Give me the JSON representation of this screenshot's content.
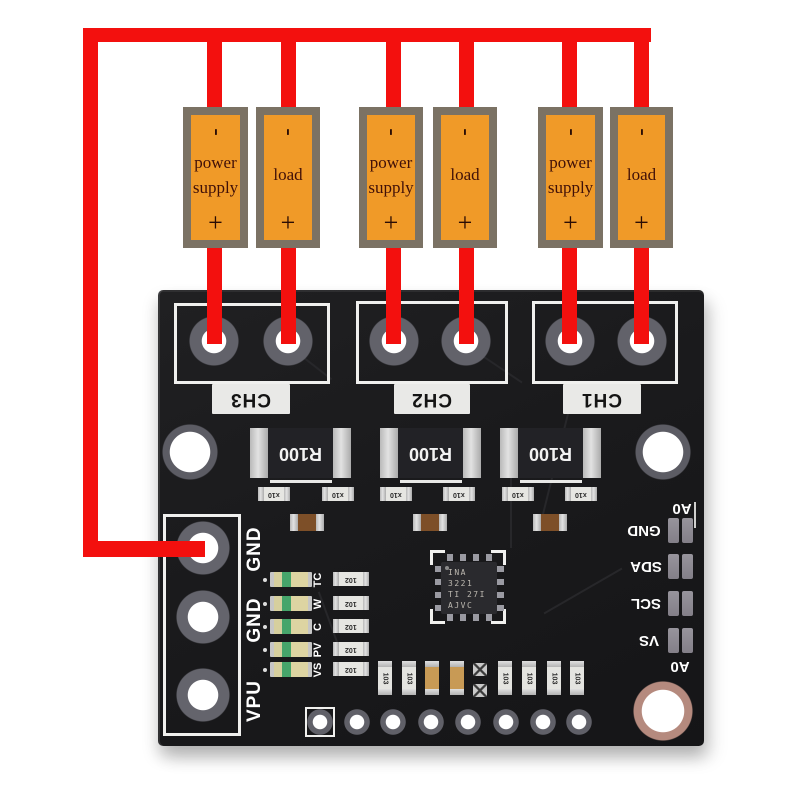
{
  "colors": {
    "wire_red": "#f3100e",
    "block_orange": "#f09a28",
    "block_border": "#7b7264",
    "board_black": "#1a1a1c",
    "silk_white": "#ffffff",
    "label_box": "#e9e9e7",
    "copper_ring": "#b58a7e",
    "led_green": "#46a56b"
  },
  "symbols": {
    "minus": "-",
    "plus": "+"
  },
  "blocks": [
    {
      "text": "power\nsupply"
    },
    {
      "text": "load"
    },
    {
      "text": "power\nsupply"
    },
    {
      "text": "load"
    },
    {
      "text": "power\nsupply"
    },
    {
      "text": "load"
    }
  ],
  "pcb": {
    "channel_labels": [
      "CH3",
      "CH2",
      "CH1"
    ],
    "r100_labels": [
      "R100",
      "R100",
      "R100"
    ],
    "x10_labels": [
      "x10",
      "x10",
      "x10",
      "x10",
      "x10",
      "x10"
    ],
    "c102_labels": [
      "102",
      "102",
      "102",
      "102",
      "102"
    ],
    "c103_labels": [
      "103",
      "103",
      "103",
      "103",
      "103",
      "103"
    ],
    "ic": {
      "text": "INA\n3221\nTI 27I\nAJVC"
    },
    "left_pins": [
      "GND",
      "GND",
      "VPU"
    ],
    "led_labels": [
      "TC",
      "W",
      "C",
      "PV",
      "VS"
    ],
    "right_pins": [
      "A0",
      "GND",
      "SDA",
      "SCL",
      "VS",
      "A0"
    ]
  }
}
